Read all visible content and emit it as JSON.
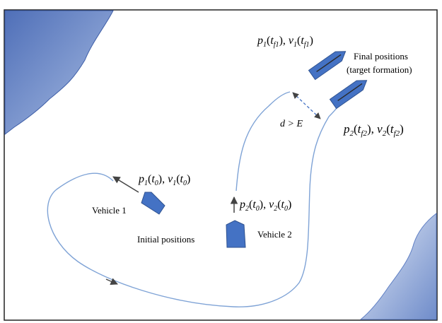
{
  "colors": {
    "land_light": "#c9d6ee",
    "land_dark": "#5f7fc4",
    "boat_fill": "#4472c4",
    "boat_stroke": "#2f528f",
    "path": "#7fa3d6",
    "arrow": "#444444",
    "frame": "#222222"
  },
  "labels": {
    "vehicle1": "Vehicle 1",
    "vehicle2": "Vehicle 2",
    "initial_positions": "Initial positions",
    "final_positions_line1": "Final positions",
    "final_positions_line2": "(target formation)",
    "distance": "d > E"
  },
  "math": {
    "v1_initial": {
      "p": "p",
      "p_sub": "1",
      "p_arg": "t",
      "p_arg_sub": "0",
      "v": "v",
      "v_sub": "1",
      "v_arg": "t",
      "v_arg_sub": "0"
    },
    "v2_initial": {
      "p": "p",
      "p_sub": "2",
      "p_arg": "t",
      "p_arg_sub": "0",
      "v": "v",
      "v_sub": "2",
      "v_arg": "t",
      "v_arg_sub": "0"
    },
    "v1_final": {
      "p": "p",
      "p_sub": "1",
      "p_arg": "t",
      "p_arg_sub": "f1",
      "v": "v",
      "v_sub": "1",
      "v_arg": "t",
      "v_arg_sub": "f1"
    },
    "v2_final": {
      "p": "p",
      "p_sub": "2",
      "p_arg": "t",
      "p_arg_sub": "f2",
      "v": "v",
      "v_sub": "2",
      "v_arg": "t",
      "v_arg_sub": "f2"
    }
  }
}
